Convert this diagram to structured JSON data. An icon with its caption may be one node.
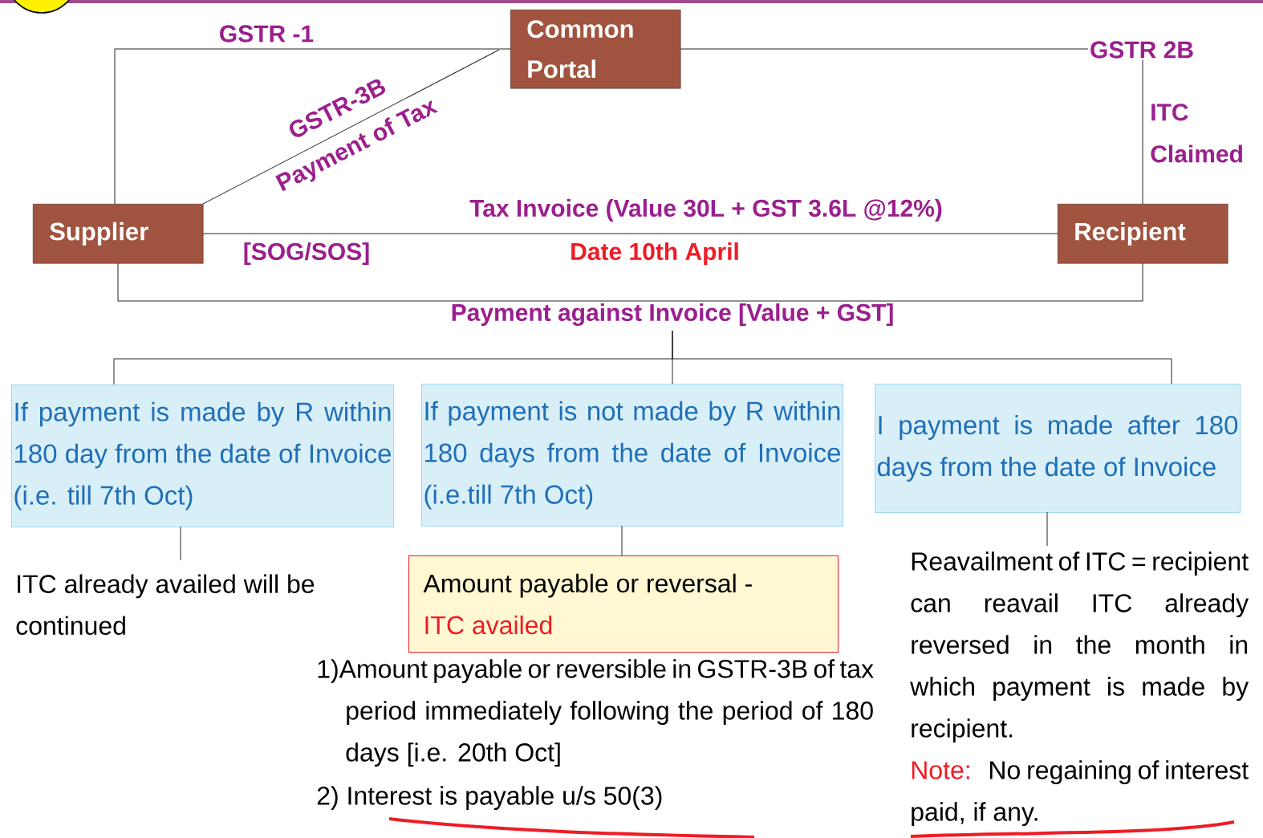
{
  "diagram": {
    "nodes": [
      {
        "text": [
          "Common Portal"
        ]
      },
      {
        "text": [
          "Supplier"
        ]
      },
      {
        "text": [
          "Recipient"
        ]
      },
      {
        "text": [
          "If payment is made by R within 180 day from the date of Invoice (i.e. till 7th Oct)"
        ]
      },
      {
        "text": [
          "If payment is not made by R within 180 days from the date of Invoice (i.e.till 7th Oct)"
        ]
      },
      {
        "text": [
          "I payment is made after 180 days from the date of Invoice"
        ]
      },
      {
        "text": [
          "ITC already availed will be continued"
        ]
      },
      {
        "text": [
          "Amount payable or reversal -",
          "ITC availed"
        ]
      },
      {
        "text": [
          "Reavailment of ITC = recipient can reavail ITC already reversed in the month in which payment is made by recipient.",
          "Note:",
          "No regaining of interest paid, if any."
        ]
      }
    ],
    "edges": [
      {
        "from": 1,
        "to": 0,
        "arrow": "none",
        "label": "GSTR -1"
      },
      {
        "from": 1,
        "to": 0,
        "arrow": "none",
        "label": "GSTR-3B"
      },
      {
        "from": 0,
        "to": 2,
        "arrow": "none",
        "label": "GSTR 2B"
      },
      {
        "from": 1,
        "to": 2,
        "arrow": "none",
        "label": "Tax Invoice (Value 30L + GST 3.6L @12%)"
      },
      {
        "from": 2,
        "to": 1,
        "arrow": "none",
        "label": "Payment against Invoice [Value + GST]"
      },
      {
        "from": null,
        "to": 3,
        "arrow": "none"
      },
      {
        "from": null,
        "to": 4,
        "arrow": "none"
      },
      {
        "from": null,
        "to": 5,
        "arrow": "none"
      },
      {
        "from": 3,
        "to": 6,
        "arrow": "none"
      },
      {
        "from": 4,
        "to": 7,
        "arrow": "none"
      },
      {
        "from": 5,
        "to": 8,
        "arrow": "none"
      }
    ],
    "labels": [
      "Payment of Tax",
      "ITC Claimed",
      "[SOG/SOS]",
      "Date 10th April",
      "1)Amount payable or reversible in GSTR-3B of tax period immediately following the period of 180 days [i.e. 20th Oct]",
      "2) Interest is payable u/s 50(3)"
    ]
  }
}
